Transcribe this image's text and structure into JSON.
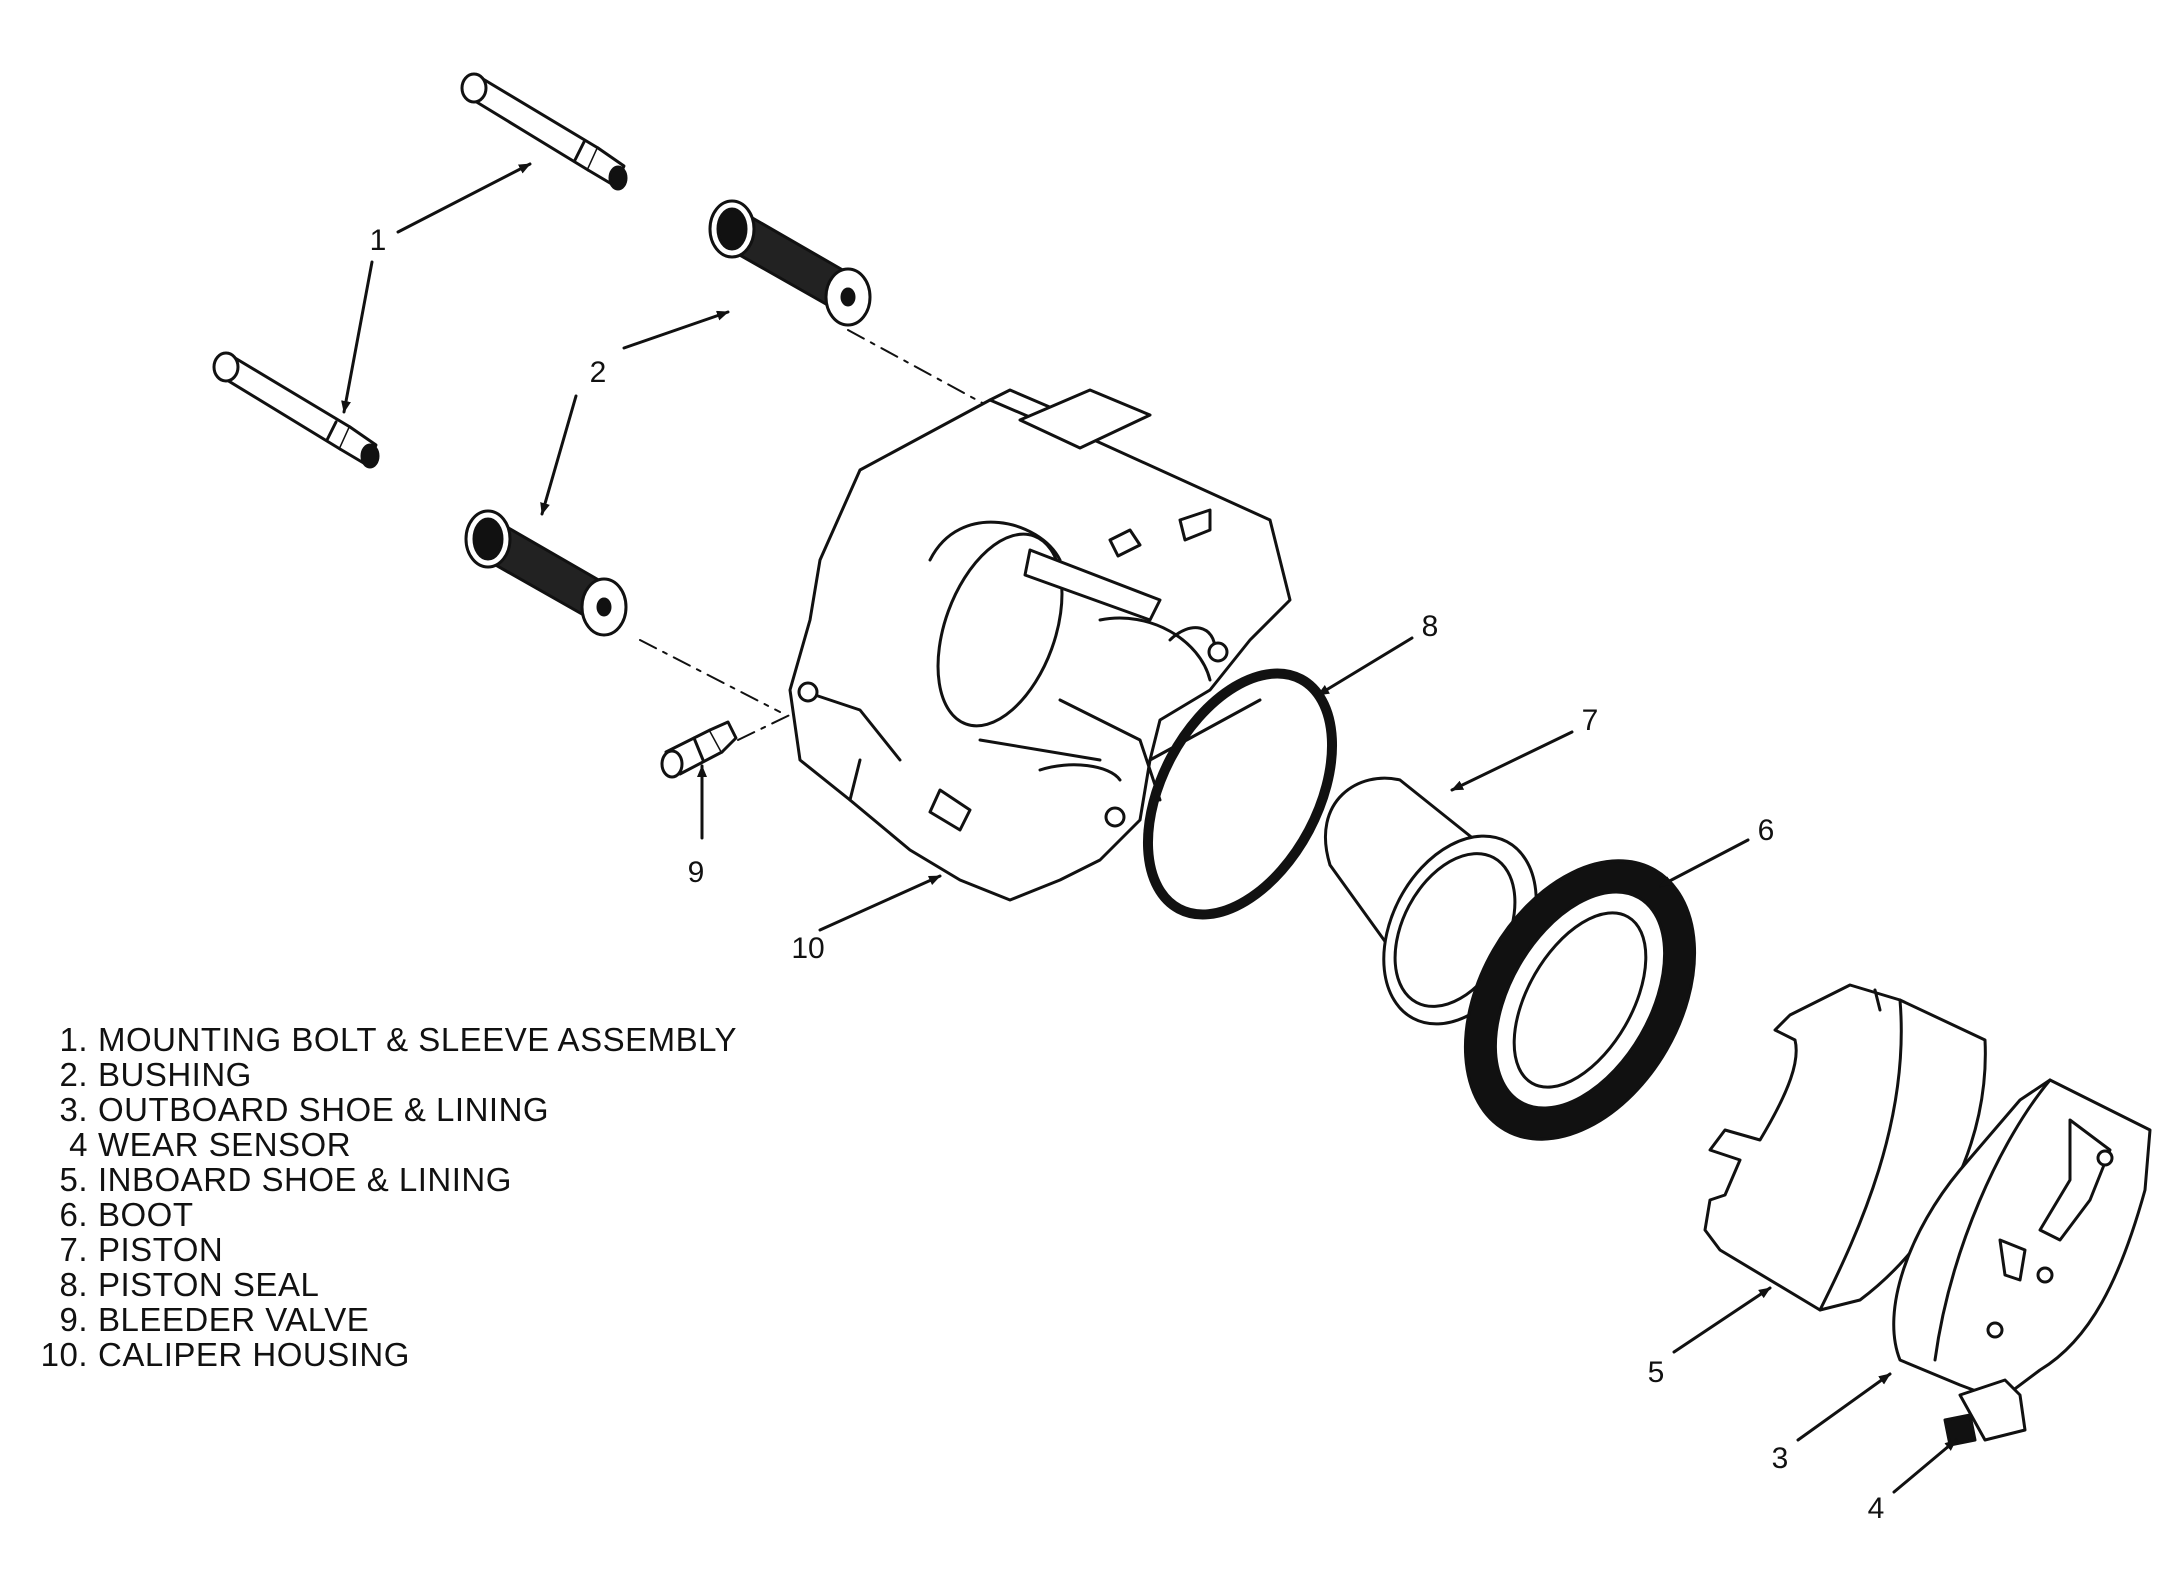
{
  "callouts": {
    "c1": "1",
    "c2": "2",
    "c3": "3",
    "c4": "4",
    "c5": "5",
    "c6": "6",
    "c7": "7",
    "c8": "8",
    "c9": "9",
    "c10": "10"
  },
  "legend": [
    {
      "num": "1.",
      "text": "MOUNTING BOLT & SLEEVE ASSEMBLY"
    },
    {
      "num": "2.",
      "text": "BUSHING"
    },
    {
      "num": "3.",
      "text": "OUTBOARD SHOE & LINING"
    },
    {
      "num": "4",
      "text": "WEAR SENSOR"
    },
    {
      "num": "5.",
      "text": "INBOARD SHOE & LINING"
    },
    {
      "num": "6.",
      "text": "BOOT"
    },
    {
      "num": "7.",
      "text": "PISTON"
    },
    {
      "num": "8.",
      "text": "PISTON SEAL"
    },
    {
      "num": "9.",
      "text": "BLEEDER VALVE"
    },
    {
      "num": "10.",
      "text": "CALIPER HOUSING"
    }
  ]
}
